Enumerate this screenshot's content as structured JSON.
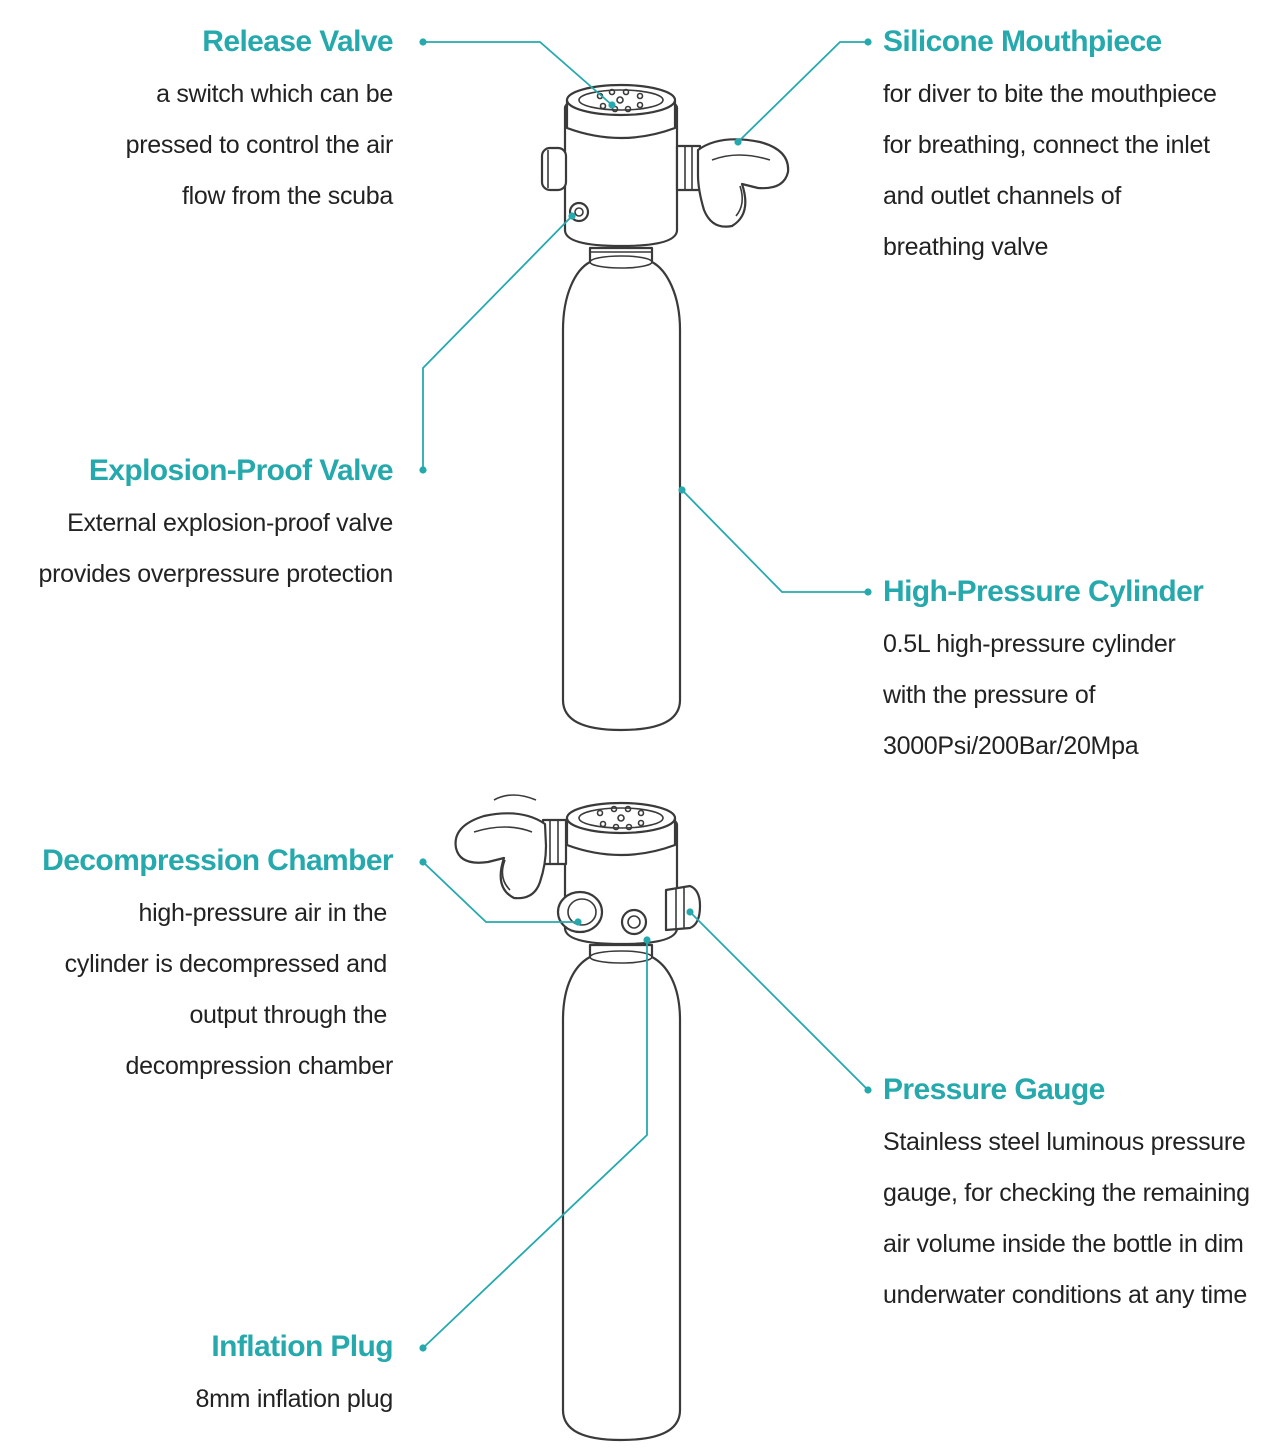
{
  "colors": {
    "accent": "#26a9ad",
    "text": "#222222",
    "line_art": "#3a3a3a"
  },
  "callouts": {
    "release_valve": {
      "title": "Release Valve",
      "lines": [
        "a switch which can be",
        "pressed to control the air",
        "flow from the scuba"
      ]
    },
    "silicone_mouthpiece": {
      "title": "Silicone Mouthpiece",
      "lines": [
        "for diver to bite the mouthpiece",
        "for breathing, connect the inlet",
        "and outlet channels of",
        "breathing valve"
      ]
    },
    "explosion_proof_valve": {
      "title": "Explosion-Proof Valve",
      "lines": [
        "External explosion-proof valve",
        "provides overpressure protection"
      ]
    },
    "high_pressure_cylinder": {
      "title": "High-Pressure Cylinder",
      "lines": [
        "0.5L high-pressure cylinder",
        "with the pressure of",
        "3000Psi/200Bar/20Mpa"
      ]
    },
    "decompression_chamber": {
      "title": "Decompression Chamber",
      "lines": [
        "high-pressure air in the",
        "cylinder is decompressed and",
        "output through the",
        "decompression chamber"
      ]
    },
    "pressure_gauge": {
      "title": "Pressure Gauge",
      "lines": [
        "Stainless steel luminous pressure",
        "gauge, for checking the remaining",
        "air volume inside the bottle in dim",
        "underwater conditions at any time"
      ]
    },
    "inflation_plug": {
      "title": "Inflation Plug",
      "lines": [
        "8mm inflation plug"
      ]
    }
  }
}
